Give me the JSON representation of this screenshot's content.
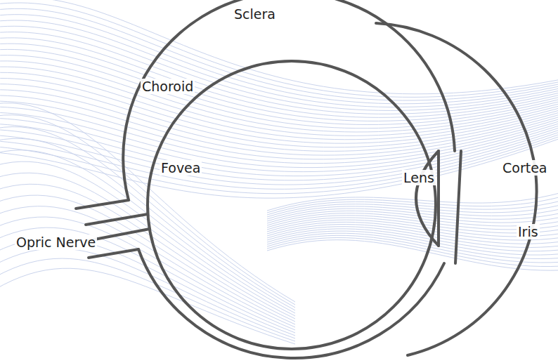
{
  "diagram": {
    "labels": [
      "Sclera",
      "Choroid",
      "Fovea",
      "Lens",
      "Cortea",
      "Iris",
      "Opric Nerve"
    ]
  }
}
